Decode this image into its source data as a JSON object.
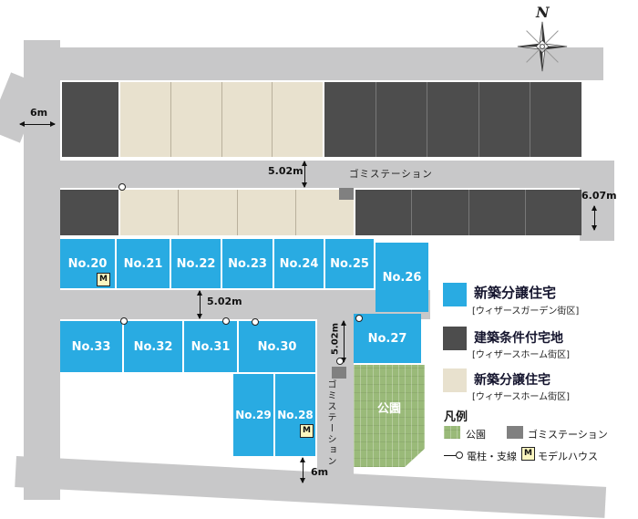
{
  "colors": {
    "road": "#c8c8c9",
    "lot_blue": "#29abe2",
    "lot_dark": "#4d4d4d",
    "lot_beige": "#e8e1ce",
    "park_green": "#9aba79",
    "badge_bg": "#fbf6c0"
  },
  "compass": {
    "label": "N"
  },
  "dimensions": {
    "top_left_road": "6m",
    "upper_road": "5.02m",
    "right_road": "6.07m",
    "middle_road": "5.02m",
    "vertical_road": "5.02m",
    "bottom_road": "6m"
  },
  "garbage_stations": {
    "upper": "ゴミステーション",
    "vertical": "ゴミステーション"
  },
  "park": {
    "label": "公園"
  },
  "lots": {
    "model_badge": "M",
    "row_a": [
      {
        "label": "No.20",
        "model_house": true
      },
      {
        "label": "No.21"
      },
      {
        "label": "No.22"
      },
      {
        "label": "No.23"
      },
      {
        "label": "No.24"
      },
      {
        "label": "No.25"
      },
      {
        "label": "No.26"
      }
    ],
    "row_b": [
      {
        "label": "No.33"
      },
      {
        "label": "No.32"
      },
      {
        "label": "No.31"
      },
      {
        "label": "No.30"
      }
    ],
    "row_c": [
      {
        "label": "No.27"
      }
    ],
    "row_d": [
      {
        "label": "No.29"
      },
      {
        "label": "No.28",
        "model_house": true
      }
    ]
  },
  "legend": {
    "items": [
      {
        "title": "新築分譲住宅",
        "subtitle": "[ウィザースガーデン街区]",
        "swatch": "#29abe2"
      },
      {
        "title": "建築条件付宅地",
        "subtitle": "[ウィザースホーム街区]",
        "swatch": "#4d4d4d"
      },
      {
        "title": "新築分譲住宅",
        "subtitle": "[ウィザースホーム街区]",
        "swatch": "#e8e1ce"
      }
    ],
    "key_heading": "凡例",
    "park_label": "公園",
    "gomi_label": "ゴミステーション",
    "pole_label": "電柱・支線",
    "model_badge": "M",
    "model_label": "モデルハウス"
  }
}
